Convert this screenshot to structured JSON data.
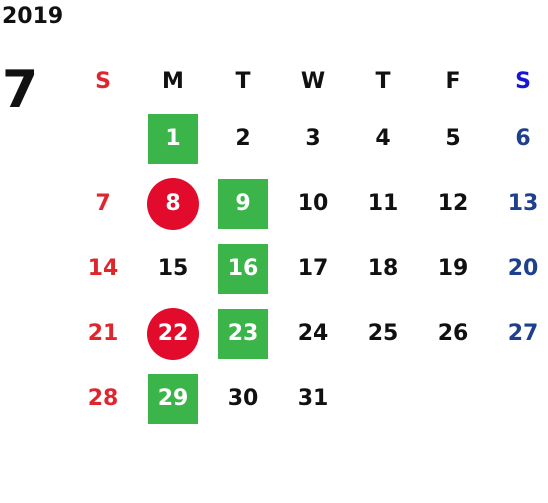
{
  "calendar": {
    "year": "2019",
    "month": "7",
    "weekday_headers": [
      "S",
      "M",
      "T",
      "W",
      "T",
      "F",
      "S"
    ],
    "colors": {
      "sunday": "#e0262d",
      "saturday": "#1f3f8f",
      "saturday_header": "#1616d8",
      "holiday_square": "#3bb54a",
      "event_circle": "#e30b2c"
    },
    "weeks": [
      [
        {
          "day": "",
          "mark": ""
        },
        {
          "day": "1",
          "mark": "square"
        },
        {
          "day": "2",
          "mark": ""
        },
        {
          "day": "3",
          "mark": ""
        },
        {
          "day": "4",
          "mark": ""
        },
        {
          "day": "5",
          "mark": ""
        },
        {
          "day": "6",
          "mark": ""
        }
      ],
      [
        {
          "day": "7",
          "mark": ""
        },
        {
          "day": "8",
          "mark": "circle"
        },
        {
          "day": "9",
          "mark": "square"
        },
        {
          "day": "10",
          "mark": ""
        },
        {
          "day": "11",
          "mark": ""
        },
        {
          "day": "12",
          "mark": ""
        },
        {
          "day": "13",
          "mark": ""
        }
      ],
      [
        {
          "day": "14",
          "mark": ""
        },
        {
          "day": "15",
          "mark": ""
        },
        {
          "day": "16",
          "mark": "square"
        },
        {
          "day": "17",
          "mark": ""
        },
        {
          "day": "18",
          "mark": ""
        },
        {
          "day": "19",
          "mark": ""
        },
        {
          "day": "20",
          "mark": ""
        }
      ],
      [
        {
          "day": "21",
          "mark": ""
        },
        {
          "day": "22",
          "mark": "circle"
        },
        {
          "day": "23",
          "mark": "square"
        },
        {
          "day": "24",
          "mark": ""
        },
        {
          "day": "25",
          "mark": ""
        },
        {
          "day": "26",
          "mark": ""
        },
        {
          "day": "27",
          "mark": ""
        }
      ],
      [
        {
          "day": "28",
          "mark": ""
        },
        {
          "day": "29",
          "mark": "square"
        },
        {
          "day": "30",
          "mark": ""
        },
        {
          "day": "31",
          "mark": ""
        },
        {
          "day": "",
          "mark": ""
        },
        {
          "day": "",
          "mark": ""
        },
        {
          "day": "",
          "mark": ""
        }
      ]
    ]
  }
}
